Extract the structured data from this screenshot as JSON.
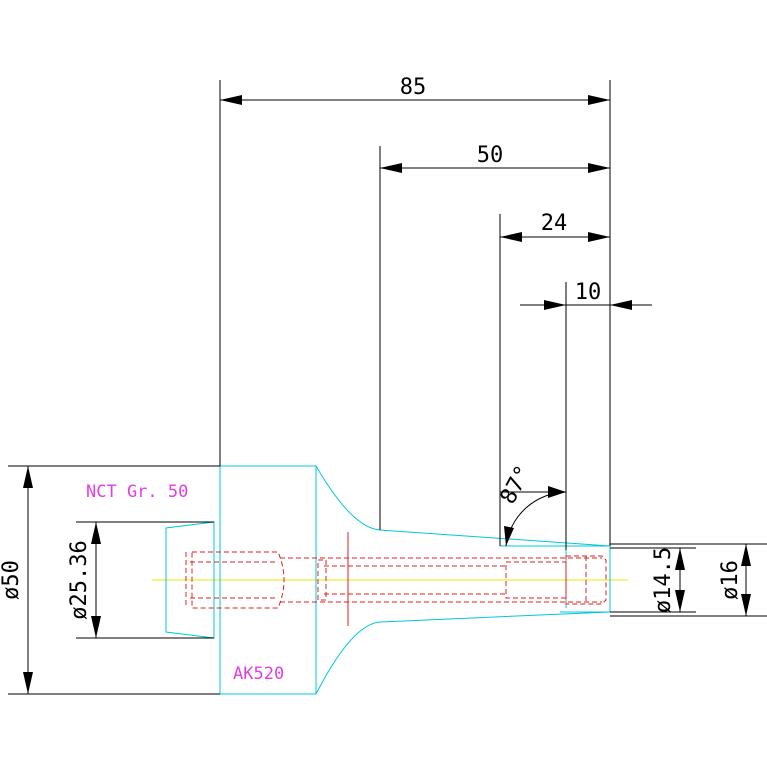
{
  "colors": {
    "outline": "#00c8d8",
    "hidden": "#e02020",
    "centerline": "#e8e800",
    "annotation": "#e040e0",
    "dimension": "#000000"
  },
  "dimensions": {
    "overall_length": "85",
    "length_50": "50",
    "length_24": "24",
    "length_10": "10",
    "angle": "87°",
    "dia_50": "ø50",
    "dia_25": "ø25.36",
    "dia_14_5": "ø14.5",
    "dia_16": "ø16"
  },
  "labels": {
    "holder": "NCT Gr. 50",
    "tool": "AK520"
  }
}
